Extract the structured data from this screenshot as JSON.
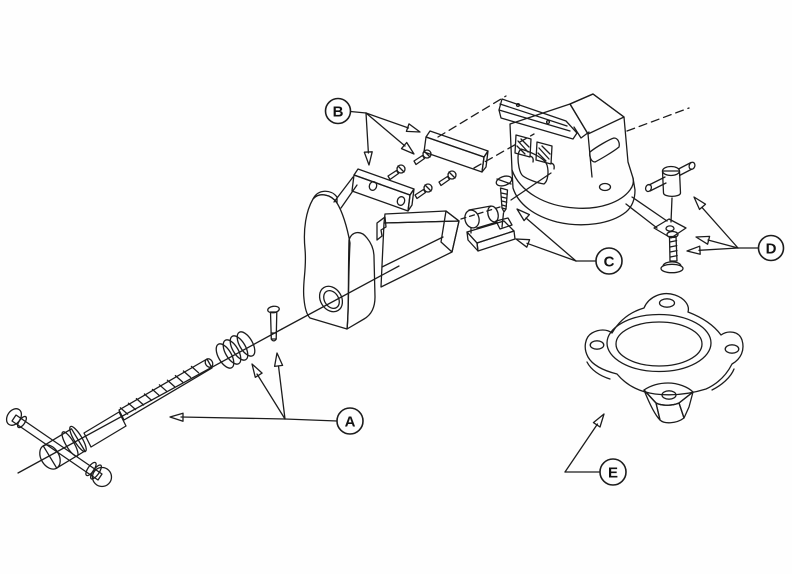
{
  "document": {
    "kind": "exploded-parts-line-drawing",
    "background_color": "#fefefe",
    "ink_color": "#1c1c1c"
  },
  "callouts": [
    {
      "letter": "A"
    },
    {
      "letter": "B"
    },
    {
      "letter": "C"
    },
    {
      "letter": "D"
    },
    {
      "letter": "E"
    }
  ]
}
